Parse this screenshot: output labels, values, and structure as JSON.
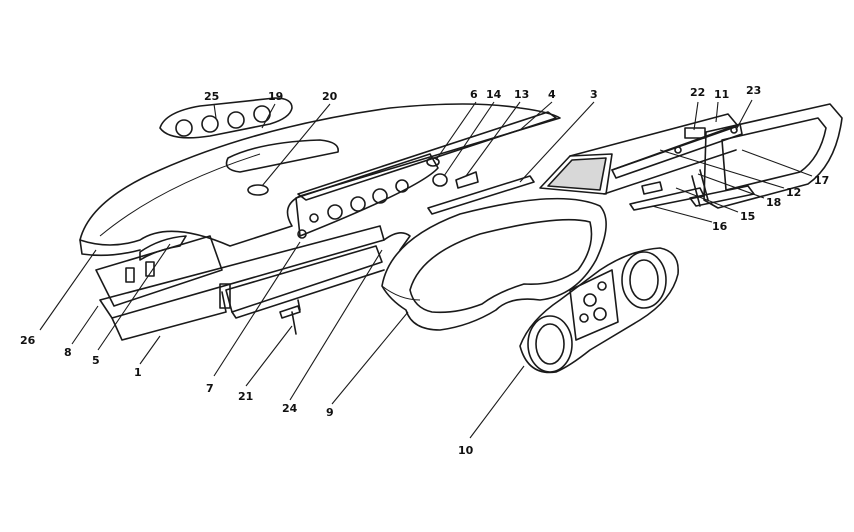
{
  "callouts": [
    "25",
    "19",
    "20",
    "6",
    "14",
    "13",
    "4",
    "3",
    "22",
    "11",
    "23",
    "12",
    "17",
    "18",
    "15",
    "16",
    "26",
    "8",
    "5",
    "1",
    "7",
    "21",
    "24",
    "9",
    "10"
  ]
}
